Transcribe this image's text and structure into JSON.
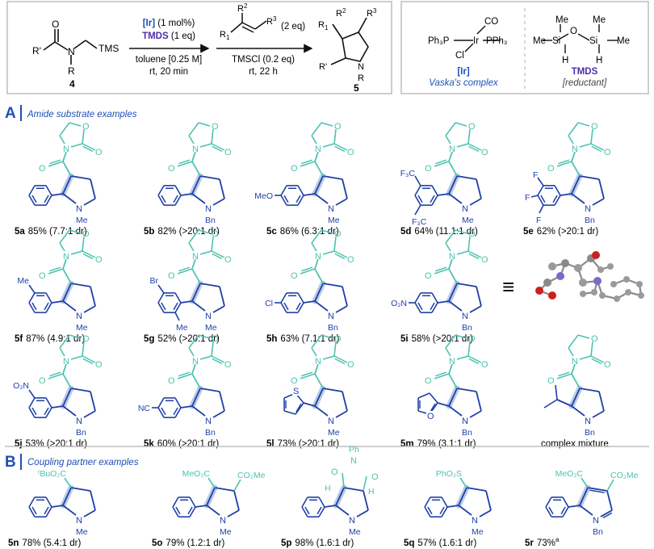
{
  "colors": {
    "product_blue": "#1f3fa8",
    "reagent_teal": "#4cc2b0",
    "highlight": "#b9cbe8",
    "label_blue": "#1f4fb5",
    "divider": "#bdbdbd",
    "black": "#111111",
    "section_bar": "#1f4fb5"
  },
  "scheme": {
    "reactant_id": "4",
    "reactant_groups": {
      "r_prime": "R'",
      "n": "N",
      "r": "R",
      "tms": "TMS",
      "o": "O"
    },
    "step1": {
      "catalyst": "[Ir]",
      "catalyst_loading": "(1 mol%)",
      "reductant": "TMDS",
      "reductant_eq": "(1 eq)",
      "solvent": "toluene [0.25 M]",
      "conditions": "rt, 20 min"
    },
    "step2": {
      "alkene_r1": "R",
      "alkene_sub1": "1",
      "alkene_r2": "R",
      "alkene_sup2": "2",
      "alkene_r3": "R",
      "alkene_sup3": "3",
      "alkene_eq": "(2 eq)",
      "additive": "TMSCl (0.2 eq)",
      "conditions": "rt, 22 h"
    },
    "product_id": "5",
    "product_groups": {
      "r1": "R",
      "sub1": "1",
      "r2": "R",
      "sup2": "2",
      "r3": "R",
      "sup3": "3",
      "r_prime": "R'",
      "n": "N",
      "r": "R"
    }
  },
  "reagents": {
    "vaska": {
      "co": "CO",
      "ir": "Ir",
      "ligand_left": "Ph₃P",
      "ligand_right": "PPh₃",
      "cl": "Cl",
      "tag": "[Ir]",
      "name": "Vaska's complex"
    },
    "tmds": {
      "me": "Me",
      "si": "Si",
      "o": "O",
      "h": "H",
      "name": "TMDS",
      "role": "[reductant]"
    }
  },
  "sectionA": {
    "letter": "A",
    "title": "Amide substrate examples",
    "rows": [
      [
        {
          "id": "5a",
          "yield": "85% (7.7:1 dr)",
          "aryl_sub": "",
          "n_sub": "Me"
        },
        {
          "id": "5b",
          "yield": "82% (>20:1 dr)",
          "aryl_sub": "",
          "n_sub": "Bn"
        },
        {
          "id": "5c",
          "yield": "86% (6.3:1 dr)",
          "aryl_sub": "MeO",
          "n_sub": "Me"
        },
        {
          "id": "5d",
          "yield": "64% (11.1:1 dr)",
          "aryl_sub": "F₃C",
          "aryl_sub2": "F₃C",
          "n_sub": "Me"
        },
        {
          "id": "5e",
          "yield": "62% (>20:1 dr)",
          "aryl_sub": "F",
          "aryl_sub2": "F",
          "aryl_sub3": "F",
          "n_sub": "Bn"
        }
      ],
      [
        {
          "id": "5f",
          "yield": "87% (4.9:1 dr)",
          "aryl_sub": "Me",
          "n_sub": "Me"
        },
        {
          "id": "5g",
          "yield": "52% (>20:1 dr)",
          "aryl_sub": "Br",
          "aryl_sub2": "Me",
          "n_sub": "Me"
        },
        {
          "id": "5h",
          "yield": "63% (7.1:1 dr)",
          "aryl_sub": "Cl",
          "n_sub": "Bn"
        },
        {
          "id": "5i",
          "yield": "58% (>20:1 dr)",
          "aryl_sub": "O₂N",
          "n_sub": "Bn"
        }
      ],
      [
        {
          "id": "5j",
          "yield": "53% (>20:1 dr)",
          "aryl_sub": "O₂N",
          "n_sub": "Bn"
        },
        {
          "id": "5k",
          "yield": "60% (>20:1 dr)",
          "aryl_sub": "NC",
          "n_sub": "Bn"
        },
        {
          "id": "5l",
          "yield": "73% (>20:1 dr)",
          "aryl_sub": "S",
          "n_sub": "Me"
        },
        {
          "id": "5m",
          "yield": "79% (3.1:1 dr)",
          "aryl_sub": "O",
          "n_sub": "Bn"
        },
        {
          "id": "",
          "yield": "complex mixture",
          "aryl_sub": "",
          "n_sub": "Bn"
        }
      ]
    ]
  },
  "sectionB": {
    "letter": "B",
    "title": "Coupling partner examples",
    "items": [
      {
        "id": "5n",
        "yield": "78% (5.4:1 dr)",
        "sub_left": "ᵗBuO₂C",
        "sub_right": "",
        "n_sub": "Me"
      },
      {
        "id": "5o",
        "yield": "79% (1.2:1 dr)",
        "sub_left": "MeO₂C",
        "sub_right": "CO₂Me",
        "n_sub": "Me"
      },
      {
        "id": "5p",
        "yield": "98% (1.6:1 dr)",
        "sub_left": "H",
        "sub_right": "H",
        "n_sub": "Me",
        "top_n": "N",
        "top_ph": "Ph",
        "o": "O"
      },
      {
        "id": "5q",
        "yield": "57% (1.6:1 dr)",
        "sub_left": "PhO₂S",
        "sub_right": "",
        "n_sub": "Me"
      },
      {
        "id": "5r",
        "yield": "73%",
        "yield_note": "a",
        "sub_left": "MeO₂C",
        "sub_right": "CO₂Me",
        "n_sub": "Bn"
      }
    ]
  },
  "atom_labels": {
    "n": "N",
    "o": "O"
  }
}
